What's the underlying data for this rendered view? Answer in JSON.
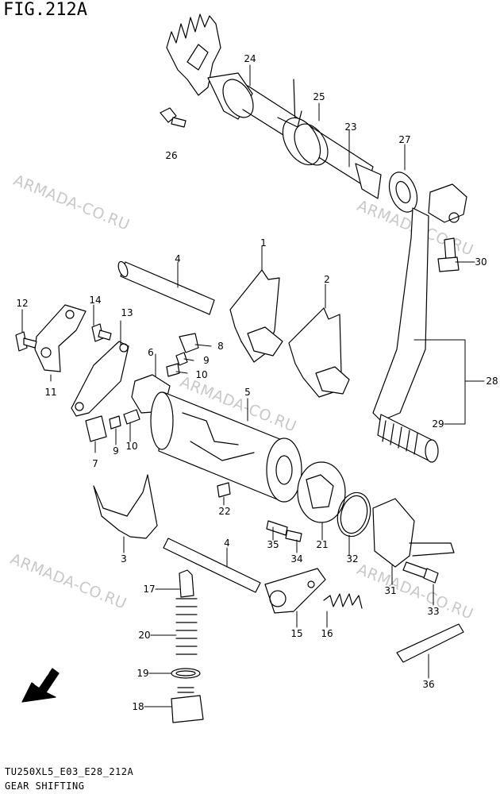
{
  "figure": {
    "title": "FIG.212A",
    "model_code": "TU250XL5_E03_E28_212A",
    "section_name": "GEAR SHIFTING",
    "watermark": "ARMADA-CO.RU",
    "fwd_label": "FWD"
  },
  "callouts": {
    "c1": "1",
    "c2": "2",
    "c3": "3",
    "c4a": "4",
    "c4b": "4",
    "c5": "5",
    "c6": "6",
    "c7": "7",
    "c8": "8",
    "c9a": "9",
    "c9b": "9",
    "c10a": "10",
    "c10b": "10",
    "c11": "11",
    "c12": "12",
    "c13": "13",
    "c14": "14",
    "c15": "15",
    "c16": "16",
    "c17": "17",
    "c18": "18",
    "c19": "19",
    "c20": "20",
    "c21": "21",
    "c22": "22",
    "c23": "23",
    "c24": "24",
    "c25": "25",
    "c26": "26",
    "c27": "27",
    "c28": "28",
    "c29": "29",
    "c30": "30",
    "c31": "31",
    "c32": "32",
    "c33": "33",
    "c34": "34",
    "c35": "35",
    "c36": "36"
  }
}
